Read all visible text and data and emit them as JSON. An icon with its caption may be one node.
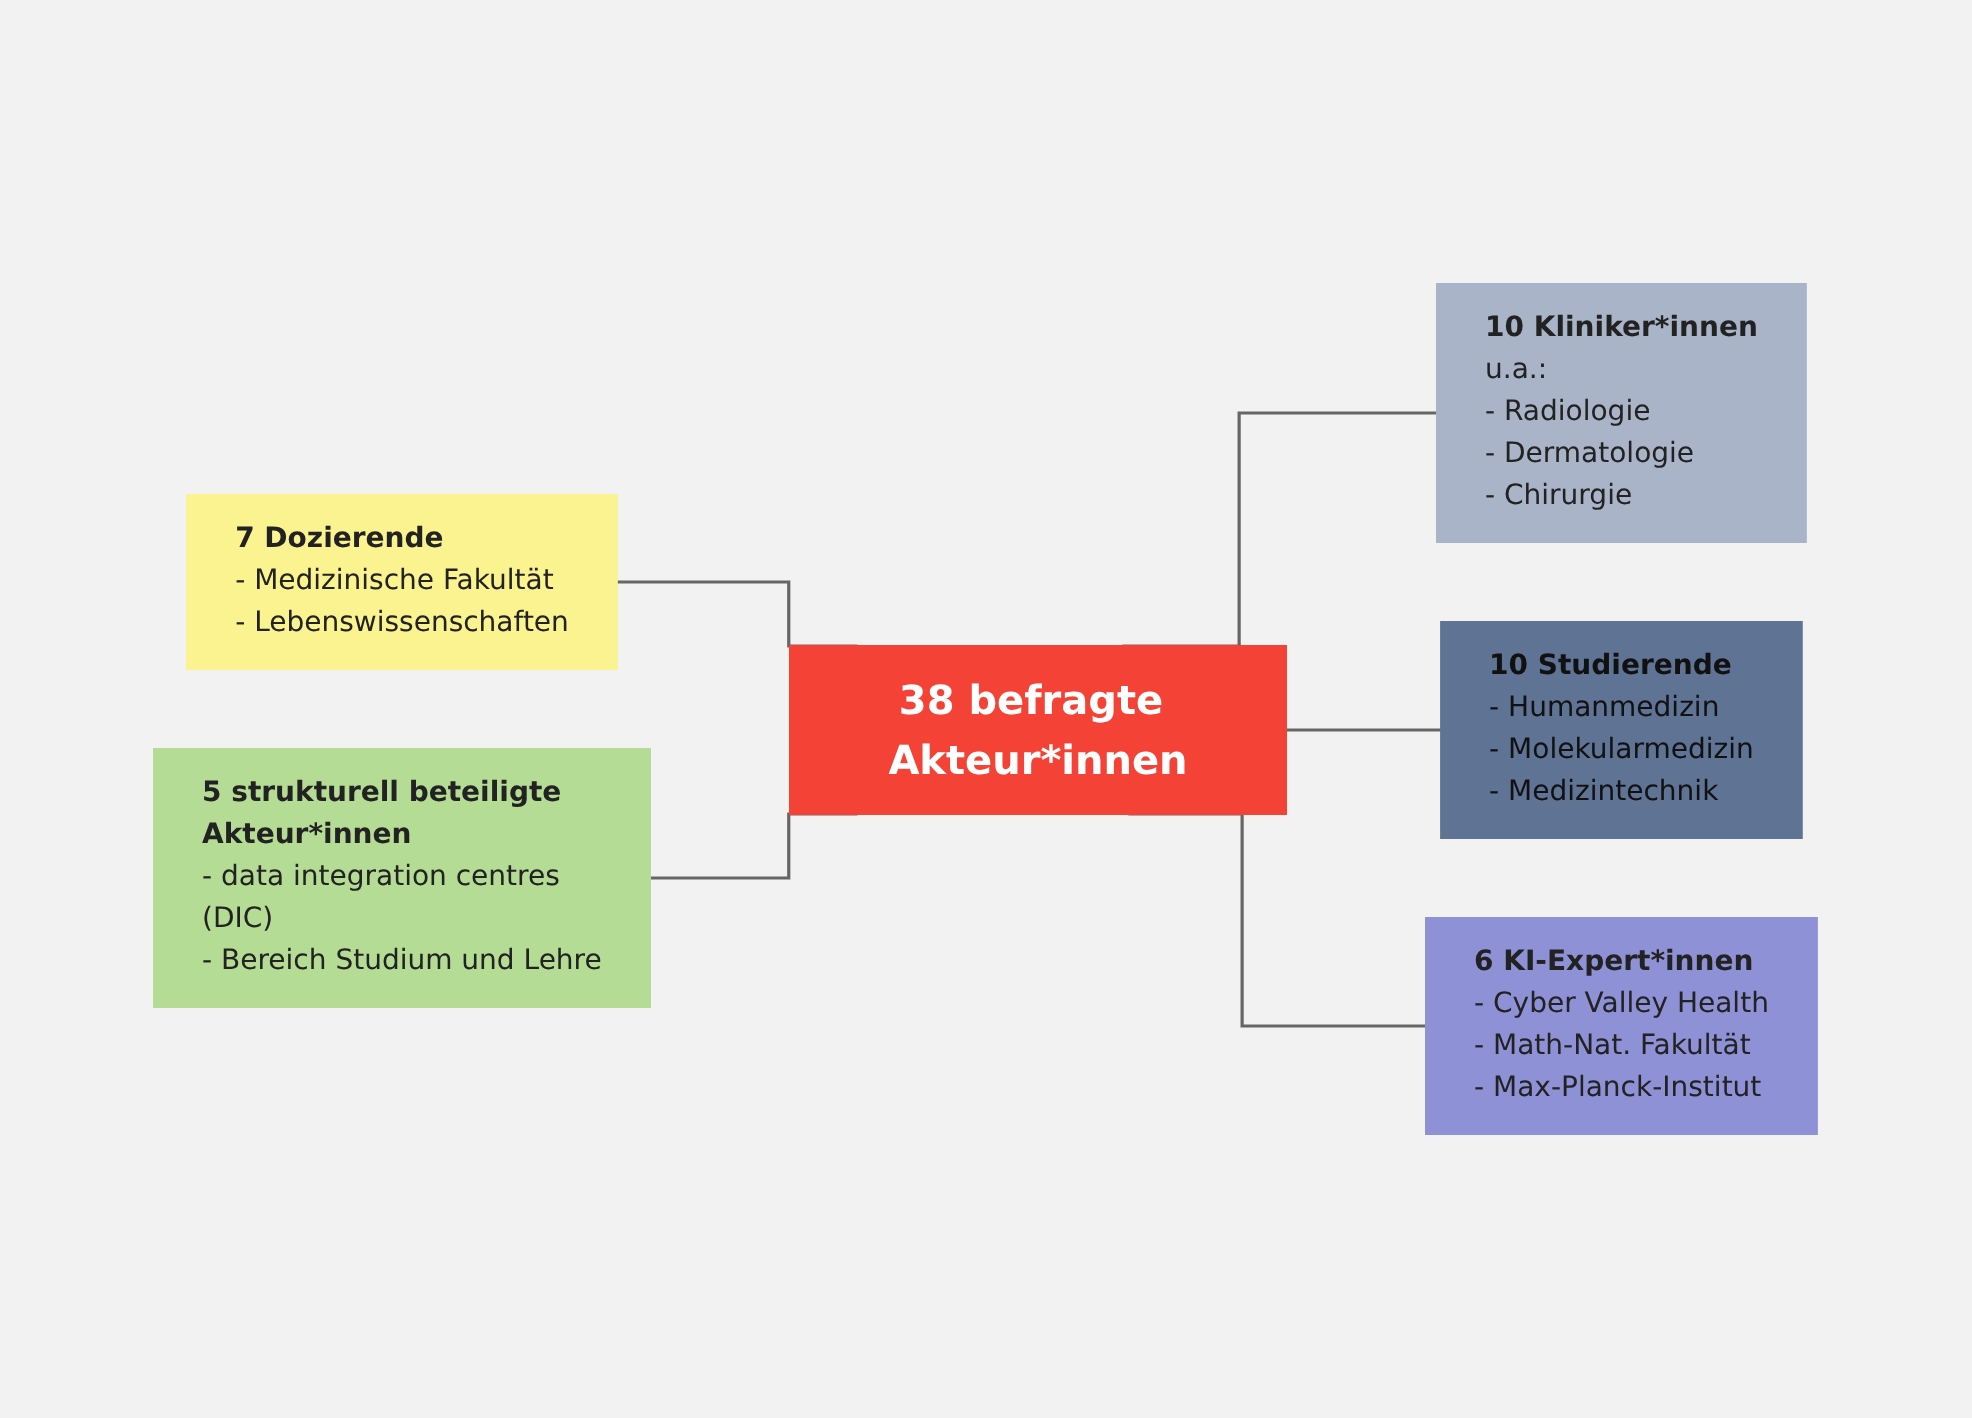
{
  "diagram": {
    "nodes": [
      {
        "text": [
          "7 Dozierende",
          "- Medizinische Fakultät",
          "- Lebenswissenschaften"
        ]
      },
      {
        "text": [
          "10 Kliniker*innen",
          "u.a.:",
          "- Radiologie",
          "- Dermatologie",
          "- Chirurgie"
        ]
      },
      {
        "text": [
          "38 befragte Akteur*innen"
        ]
      },
      {
        "text": [
          "5 strukturell beteiligte Akteur*innen",
          "- data integration centres (DIC)",
          "- Bereich Studium und Lehre"
        ]
      },
      {
        "text": [
          "10 Studierende",
          "- Humanmedizin",
          "- Molekularmedizin",
          "- Medizintechnik"
        ]
      },
      {
        "text": [
          "6 KI-Expert*innen",
          "- Cyber Valley Health",
          "- Math-Nat. Fakultät",
          "- Max-Planck-Institut"
        ]
      }
    ],
    "edges": [
      {
        "from": 0,
        "to": 2,
        "arrow": "none"
      },
      {
        "from": 3,
        "to": 2,
        "arrow": "none"
      },
      {
        "from": 2,
        "to": 1,
        "arrow": "none"
      },
      {
        "from": 2,
        "to": 4,
        "arrow": "none"
      },
      {
        "from": 2,
        "to": 5,
        "arrow": "none"
      }
    ]
  }
}
